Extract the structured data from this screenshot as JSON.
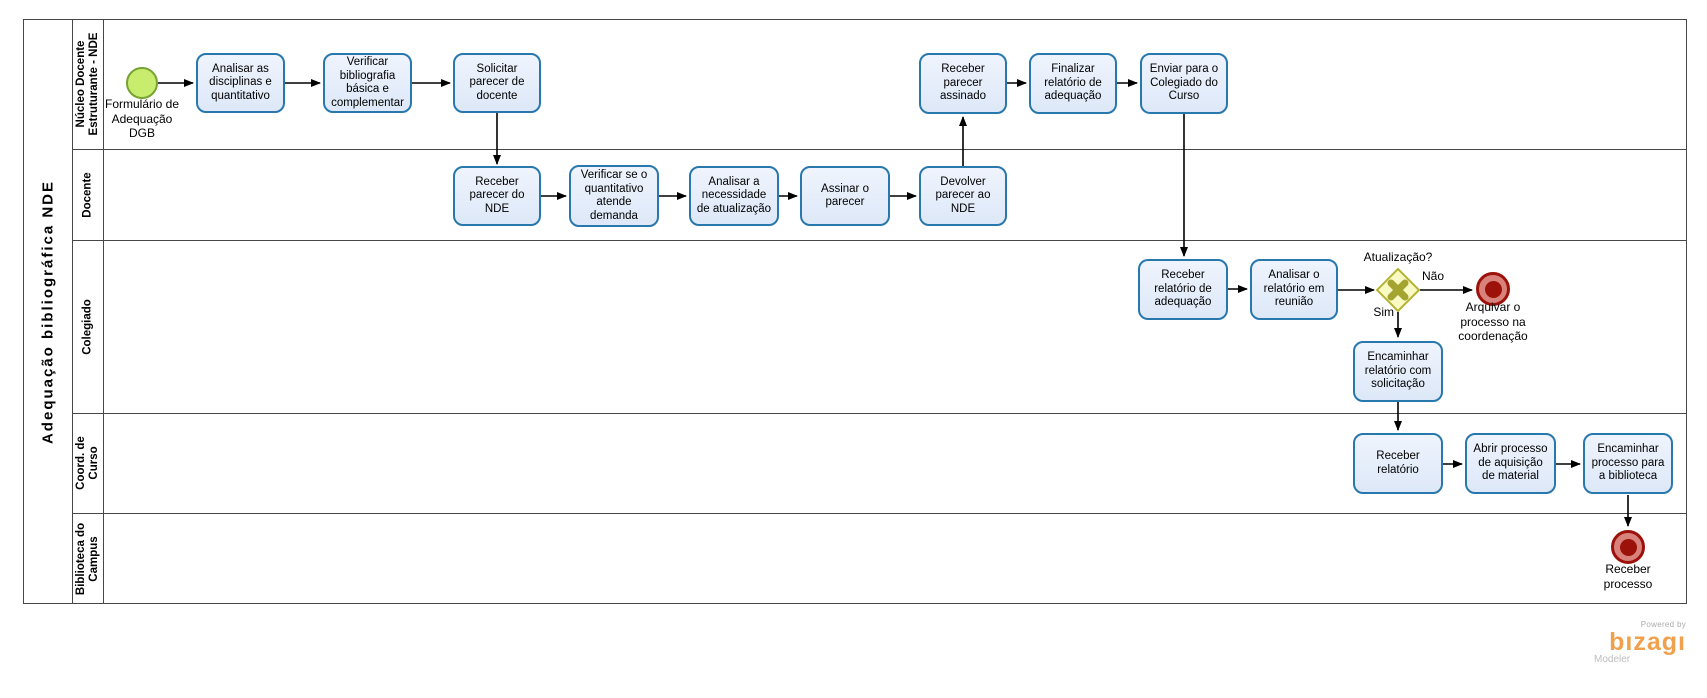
{
  "diagram": {
    "pool_title": "Adequação bibliográfica NDE",
    "lanes": [
      {
        "label": "Núcleo Docente\nEstruturante - NDE"
      },
      {
        "label": "Docente"
      },
      {
        "label": "Colegiado"
      },
      {
        "label": "Coord. de\nCurso"
      },
      {
        "label": "Biblioteca do\nCampus"
      }
    ],
    "nodes": {
      "start_formulario": {
        "type": "start-event",
        "label": "Formulário de\nAdequação\nDGB"
      },
      "task_analisar_disciplinas": {
        "type": "task",
        "label": "Analisar as\ndisciplinas e\nquantitativo"
      },
      "task_verificar_bibliografia": {
        "type": "task",
        "label": "Verificar\nbibliografia\nbásica e\ncomplementar"
      },
      "task_solicitar_parecer": {
        "type": "task",
        "label": "Solicitar\nparecer de\ndocente"
      },
      "task_receber_parecer_assinado": {
        "type": "task",
        "label": "Receber\nparecer\nassinado"
      },
      "task_finalizar_relatorio": {
        "type": "task",
        "label": "Finalizar\nrelatório de\nadequação"
      },
      "task_enviar_colegiado": {
        "type": "task",
        "label": "Enviar para o\nColegiado do\nCurso"
      },
      "task_receber_parecer_nde": {
        "type": "task",
        "label": "Receber\nparecer do\nNDE"
      },
      "task_verificar_quantitativo": {
        "type": "task",
        "label": "Verificar se o\nquantitativo\natende\ndemanda"
      },
      "task_analisar_necessidade": {
        "type": "task",
        "label": "Analisar a\nnecessidade\nde atualização"
      },
      "task_assinar_parecer": {
        "type": "task",
        "label": "Assinar o\nparecer"
      },
      "task_devolver_parecer": {
        "type": "task",
        "label": "Devolver\nparecer ao\nNDE"
      },
      "task_receber_relatorio_adequacao": {
        "type": "task",
        "label": "Receber\nrelatório de\nadequação"
      },
      "task_analisar_relatorio_reuniao": {
        "type": "task",
        "label": "Analisar o\nrelatório em\nreunião"
      },
      "task_encaminhar_relatorio": {
        "type": "task",
        "label": "Encaminhar\nrelatório com\nsolicitação"
      },
      "task_receber_relatorio": {
        "type": "task",
        "label": "Receber\nrelatório"
      },
      "task_abrir_processo": {
        "type": "task",
        "label": "Abrir processo\nde aquisição\nde material"
      },
      "task_encaminhar_processo": {
        "type": "task",
        "label": "Encaminhar\nprocesso para\na biblioteca"
      },
      "gateway_atualizacao": {
        "type": "exclusive-gateway",
        "label": "Atualização?"
      },
      "end_arquivar": {
        "type": "end-event",
        "label": "Arquivar o\nprocesso na\ncoordenação"
      },
      "end_receber_processo": {
        "type": "end-event",
        "label": "Receber\nprocesso"
      }
    },
    "edge_labels": {
      "nao": "Não",
      "sim": "Sim"
    },
    "colors": {
      "task_fill": "#e7eefb",
      "task_border": "#2878ae",
      "start_fill": "#c8ec6e",
      "start_border": "#76a331",
      "end_red": "#9c120b",
      "gateway_fill": "#f9f9c4",
      "gateway_border": "#b4b434",
      "line": "#474747",
      "arrow": "#000000"
    }
  },
  "branding": {
    "powered_by": "Powered by",
    "logo": "bızagı",
    "product": "Modeler"
  }
}
